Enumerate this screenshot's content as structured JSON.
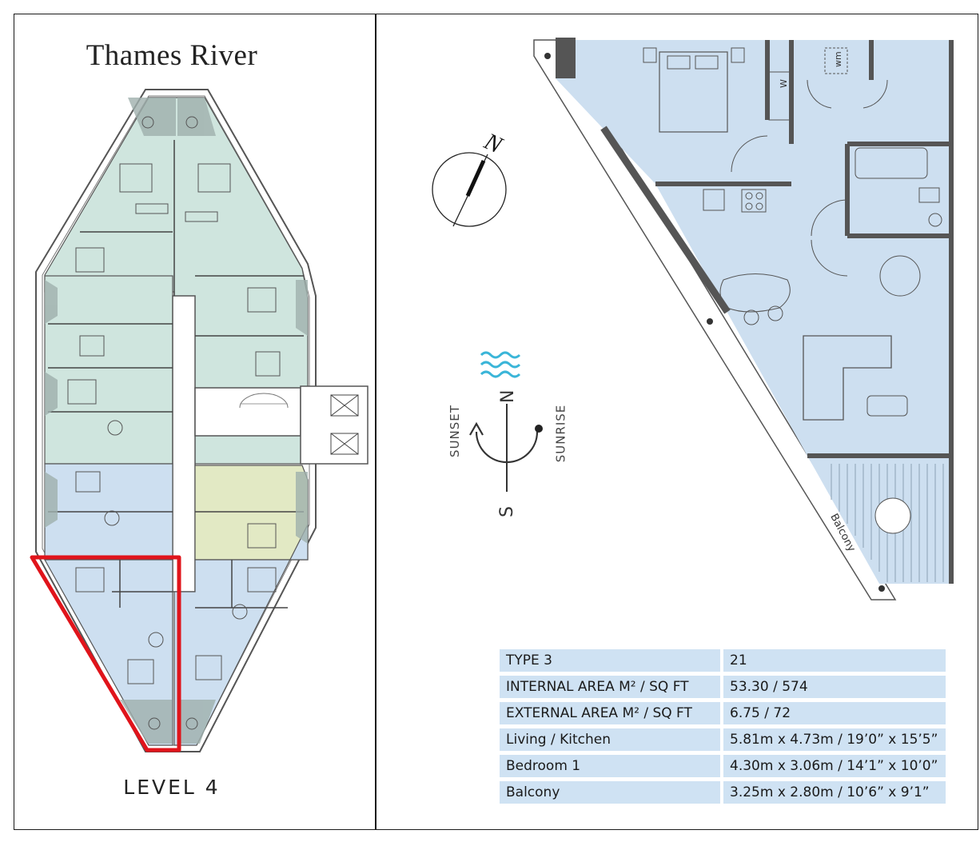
{
  "title": "Thames River",
  "level_label": "LEVEL 4",
  "compass": {
    "north_label": "N"
  },
  "sun_path": {
    "north": "N",
    "south": "S",
    "sunset": "SUNSET",
    "sunrise": "SUNRISE"
  },
  "plan_labels": {
    "balcony": "Balcony",
    "wardrobe": "W",
    "washing_machine": "wm"
  },
  "specs": [
    {
      "label": "TYPE 3",
      "value": "21"
    },
    {
      "label": "INTERNAL AREA M² / SQ FT",
      "value": "53.30 / 574"
    },
    {
      "label": "EXTERNAL AREA M² / SQ FT",
      "value": "6.75 / 72"
    },
    {
      "label": "Living / Kitchen",
      "value": "5.81m x 4.73m / 19’0” x 15’5”"
    },
    {
      "label": "Bedroom 1",
      "value": "4.30m x 3.06m / 14’1” x 10’0”"
    },
    {
      "label": "Balcony",
      "value": "3.25m x 2.80m / 10’6” x 9’1”"
    }
  ],
  "colors": {
    "teal_units": "#cfe5de",
    "blue_units": "#cddff0",
    "green_unit": "#e2e9c4",
    "highlight": "#e0141b",
    "water": "#3ab5d8",
    "table_bg": "#cfe2f3"
  }
}
